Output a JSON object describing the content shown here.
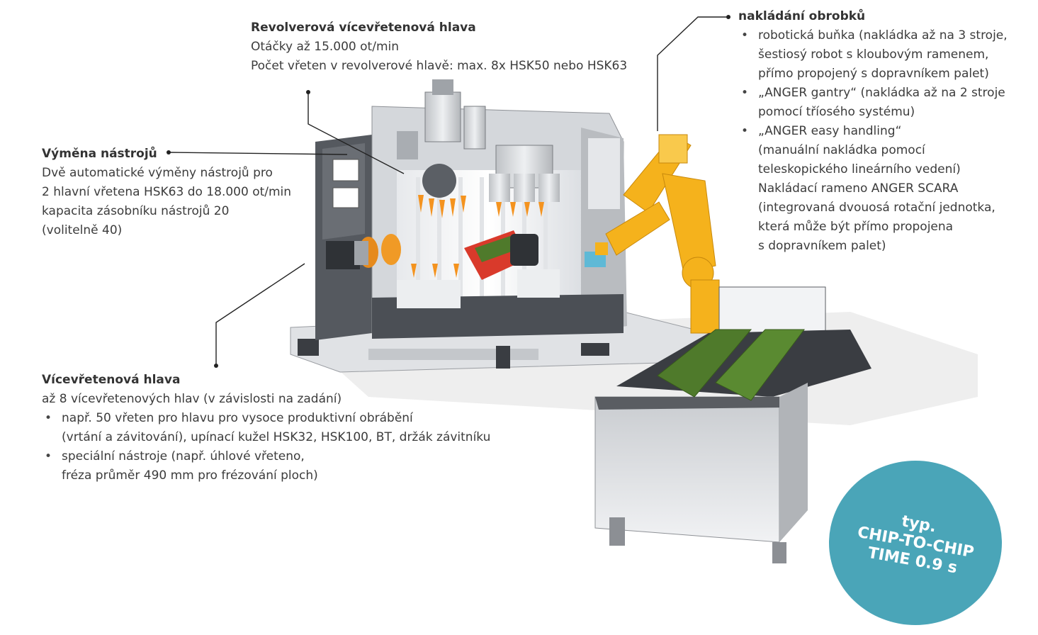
{
  "revolver": {
    "title": "Revolverová vícevřetenová hlava",
    "lines": [
      "Otáčky až 15.000 ot/min",
      "Počet vřeten v revolverové hlavě: max. 8x HSK50 nebo HSK63"
    ]
  },
  "loading": {
    "title": "nakládání obrobků",
    "b1": [
      "robotická buňka (nakládka až na 3 stroje,",
      "šestiosý robot s kloubovým ramenem,",
      "přímo propojený s dopravníkem palet)"
    ],
    "b2": [
      "„ANGER gantry“ (nakládka až na 2 stroje",
      "pomocí tříosého systému)"
    ],
    "b3": [
      "„ANGER easy handling“",
      "(manuální nakládka pomocí",
      "teleskopického lineárního vedení)",
      "Nakládací rameno ANGER SCARA",
      "(integrovaná dvouosá rotační jednotka,",
      "která může být přímo propojena",
      "s dopravníkem palet)"
    ]
  },
  "tool_change": {
    "title": "Výměna nástrojů",
    "lines": [
      "Dvě automatické výměny nástrojů pro",
      "2 hlavní vřetena HSK63 do 18.000 ot/min",
      "kapacita zásobníku nástrojů 20",
      "(volitelně 40)"
    ]
  },
  "multi_head": {
    "title": "Vícevřetenová hlava",
    "intro": "až 8 vícevřetenových hlav (v závislosti na zadání)",
    "b1": [
      "např. 50 vřeten pro hlavu pro vysoce produktivní obrábění",
      "(vrtání a závitování), upínací kužel HSK32, HSK100, BT, držák závitníku"
    ],
    "b2": [
      "speciální nástroje (např. úhlové vřeteno,",
      "fréza průměr 490 mm pro frézování ploch)"
    ]
  },
  "badge": {
    "l1": "typ.",
    "l2": "CHIP-TO-CHIP",
    "l3": "TIME 0.9 s"
  },
  "colors": {
    "accent": "#4aa5b8",
    "robot": "#f5b21c",
    "workpiece": "#d93a2b",
    "pallet": "#4f7a2b",
    "steel": "#d8dadd",
    "dark": "#3a3d42"
  }
}
